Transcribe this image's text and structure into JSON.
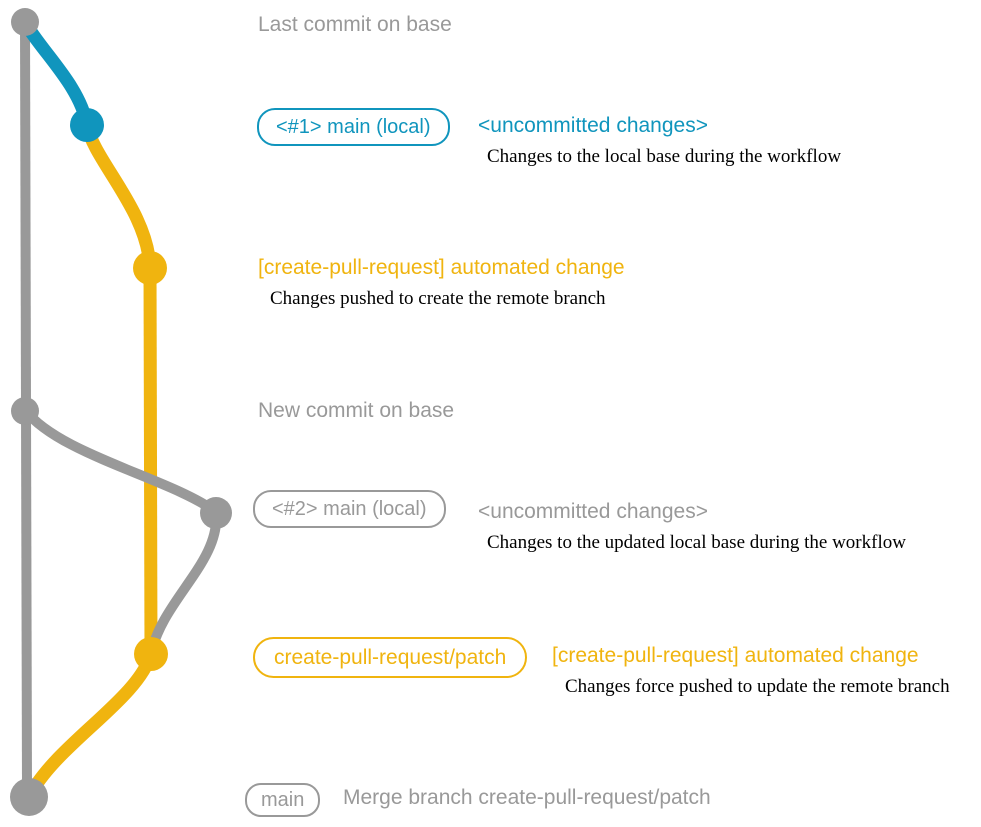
{
  "colors": {
    "gray": "#999999",
    "teal": "#1095bd",
    "yellow": "#f0b40f",
    "text": "#000000",
    "background": "#ffffff"
  },
  "milestones": {
    "last_commit": "Last commit on base",
    "new_commit": "New commit on base"
  },
  "rows": {
    "r1": {
      "badge": "<#1> main (local)",
      "title": "<uncommitted changes>",
      "caption": "Changes to the local base during the workflow"
    },
    "r2": {
      "title": "[create-pull-request] automated change",
      "caption": "Changes pushed to create the remote branch"
    },
    "r3": {
      "badge": "<#2> main (local)",
      "title": "<uncommitted changes>",
      "caption": "Changes to the updated local base during the workflow"
    },
    "r4": {
      "badge": "create-pull-request/patch",
      "title": "[create-pull-request] automated change",
      "caption": "Changes force pushed to update the remote branch"
    },
    "r5": {
      "badge": "main",
      "title": "Merge branch create-pull-request/patch"
    }
  },
  "graph": {
    "nodes": [
      {
        "name": "last-commit-on-base",
        "color": "gray"
      },
      {
        "name": "local-main-commit-1",
        "color": "teal"
      },
      {
        "name": "automated-change-commit-1",
        "color": "yellow"
      },
      {
        "name": "new-commit-on-base",
        "color": "gray"
      },
      {
        "name": "local-main-commit-2",
        "color": "gray"
      },
      {
        "name": "automated-change-commit-2",
        "color": "yellow"
      },
      {
        "name": "merge-commit",
        "color": "gray"
      }
    ]
  }
}
